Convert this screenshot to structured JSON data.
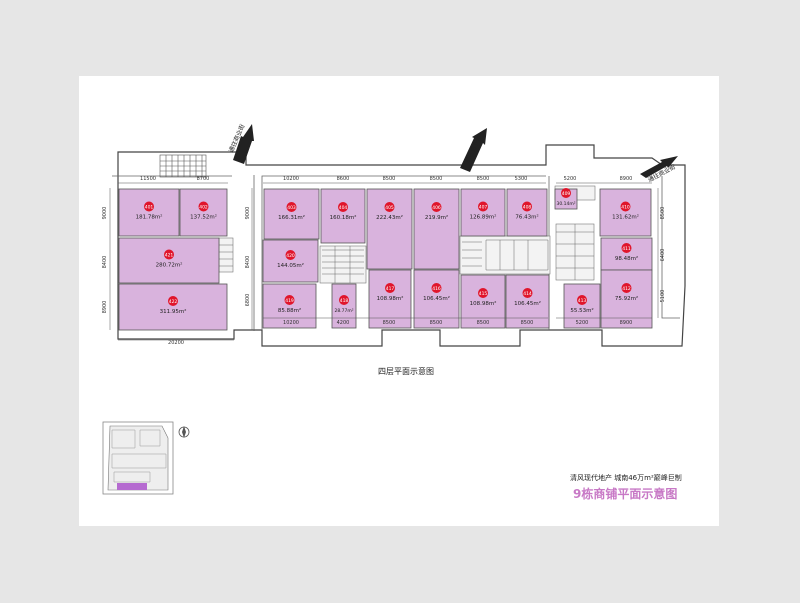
{
  "floor_caption": "四层平面示意图",
  "developer_line": "清风现代地产 城南46万m²巅峰巨制",
  "sheet_title": "9栋商铺平面示意图",
  "direction_labels": [
    "通往商业街",
    "通往商业街",
    "通往商业街"
  ],
  "dimensions": {
    "top_left": [
      "11500",
      "8700"
    ],
    "top_middle": [
      "10200",
      "8600",
      "8500",
      "8500",
      "8500",
      "5300"
    ],
    "top_right": [
      "5200",
      "8900"
    ],
    "bottom_middle": [
      "10200",
      "4200",
      "8500",
      "8500",
      "8500",
      "8500"
    ],
    "bottom_right": [
      "5200",
      "8900"
    ],
    "bottom_left_total": "20200",
    "left_side": [
      "9000",
      "8400",
      "8900"
    ],
    "middle_side": [
      "9000",
      "8400",
      "6800"
    ],
    "right_side": [
      "8500",
      "6400",
      "5100"
    ]
  },
  "units": [
    {
      "no": "401",
      "area": "181.78m²"
    },
    {
      "no": "402",
      "area": "137.52m²"
    },
    {
      "no": "421",
      "area": "280.72m²"
    },
    {
      "no": "422",
      "area": "311.95m²"
    },
    {
      "no": "403",
      "area": "166.31m²"
    },
    {
      "no": "404",
      "area": "160.18m²"
    },
    {
      "no": "405",
      "area": "222.43m²"
    },
    {
      "no": "406",
      "area": "219.9m²"
    },
    {
      "no": "407",
      "area": "126.89m²"
    },
    {
      "no": "408",
      "area": "76.43m²"
    },
    {
      "no": "409",
      "area": "30.14m²"
    },
    {
      "no": "410",
      "area": "131.62m²"
    },
    {
      "no": "411",
      "area": "98.48m²"
    },
    {
      "no": "420",
      "area": "144.05m²"
    },
    {
      "no": "419",
      "area": "85.88m²"
    },
    {
      "no": "418",
      "area": "28.77m²"
    },
    {
      "no": "417",
      "area": "108.98m²"
    },
    {
      "no": "416",
      "area": "106.45m²"
    },
    {
      "no": "415",
      "area": "108.98m²"
    },
    {
      "no": "414",
      "area": "106.45m²"
    },
    {
      "no": "413",
      "area": "55.53m²"
    },
    {
      "no": "412",
      "area": "75.92m²"
    }
  ],
  "colors": {
    "unit_fill": "#d9b3dd",
    "badge": "#e0152b",
    "title_accent": "#c879c6",
    "minimap_highlight": "#b56ad0"
  }
}
